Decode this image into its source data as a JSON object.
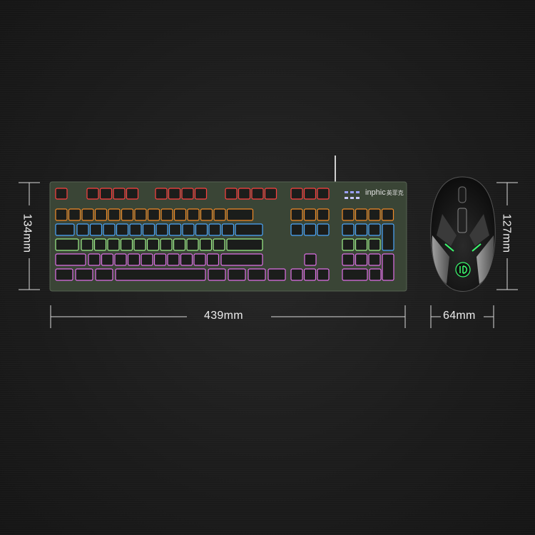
{
  "product": {
    "brand": "inphic",
    "brand_cn": "英菲克",
    "keyboard_color": "#3a4536",
    "key_color": "#1b1d1b"
  },
  "dimensions": {
    "keyboard_height": "134mm",
    "keyboard_width": "439mm",
    "mouse_height": "127mm",
    "mouse_width": "64mm"
  },
  "backlight_colors": [
    "#f28c28",
    "#4aa8ff",
    "#9ef08a",
    "#e070e8",
    "#ff4040"
  ],
  "mouse": {
    "logo_icon": "inphic-logo-icon",
    "led_color": "#3cff70"
  }
}
